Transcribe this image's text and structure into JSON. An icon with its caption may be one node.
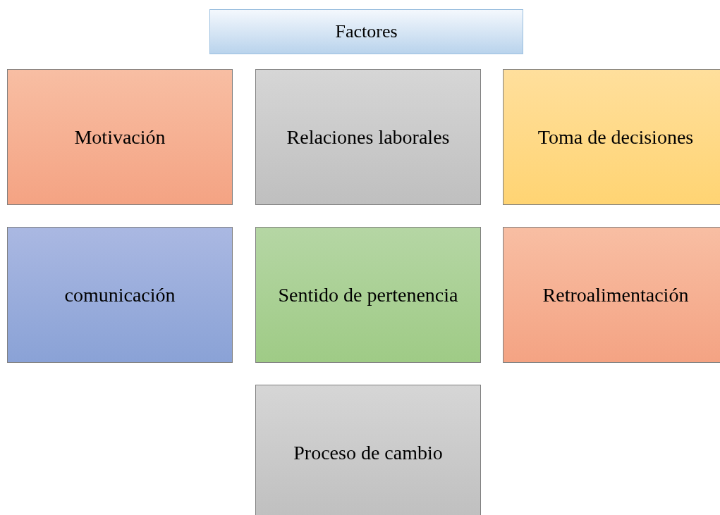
{
  "diagram": {
    "nodes": [
      {
        "text": [
          "Factores"
        ]
      },
      {
        "text": [
          "Motivación"
        ]
      },
      {
        "text": [
          "Relaciones laborales"
        ]
      },
      {
        "text": [
          "Toma de decisiones"
        ]
      },
      {
        "text": [
          "comunicación"
        ]
      },
      {
        "text": [
          "Sentido de pertenencia"
        ]
      },
      {
        "text": [
          "Retroalimentación"
        ]
      },
      {
        "text": [
          "Proceso de cambio"
        ]
      }
    ]
  }
}
